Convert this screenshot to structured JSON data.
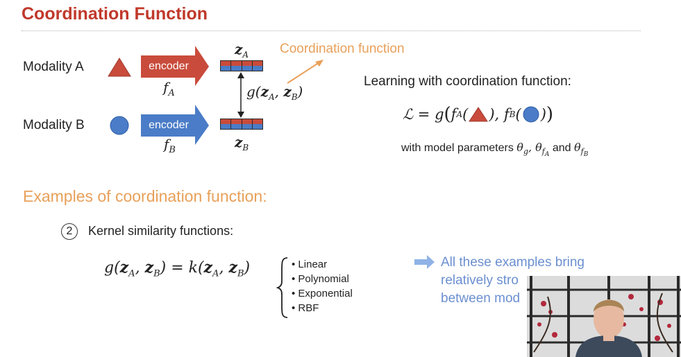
{
  "slide": {
    "title": "Coordination Function",
    "modality_a": "Modality A",
    "modality_b": "Modality B",
    "encoder_a": "encoder",
    "encoder_b": "encoder",
    "f_a": "fA",
    "f_b": "fB",
    "z_a": "zA",
    "z_b": "zB",
    "g_label": "g(zA, zB)",
    "coord_fn_label": "Coordination function",
    "learning_heading": "Learning with coordination function:",
    "loss_formula": "ℒ = g( fA( ▲ ), fB( ● ) )",
    "model_params": "with model parameters θg, θfA and θfB",
    "examples_heading": "Examples of coordination function:",
    "kernel_number": "2",
    "kernel_heading": "Kernel similarity functions:",
    "kernel_formula": "g(zA, zB) = k(zA, zB)",
    "kernel_types": [
      "Linear",
      "Polynomial",
      "Exponential",
      "RBF"
    ],
    "note_lines": [
      "All these examples bring",
      "relatively stro",
      "between mod"
    ]
  },
  "colors": {
    "title": "#c0392b",
    "modality_a": "#c94b3b",
    "modality_b": "#4a7cc7",
    "accent_orange": "#e8a05a",
    "note_blue": "#6b8fd0"
  },
  "webcam": {
    "description_icon": "presenter-video-icon"
  }
}
